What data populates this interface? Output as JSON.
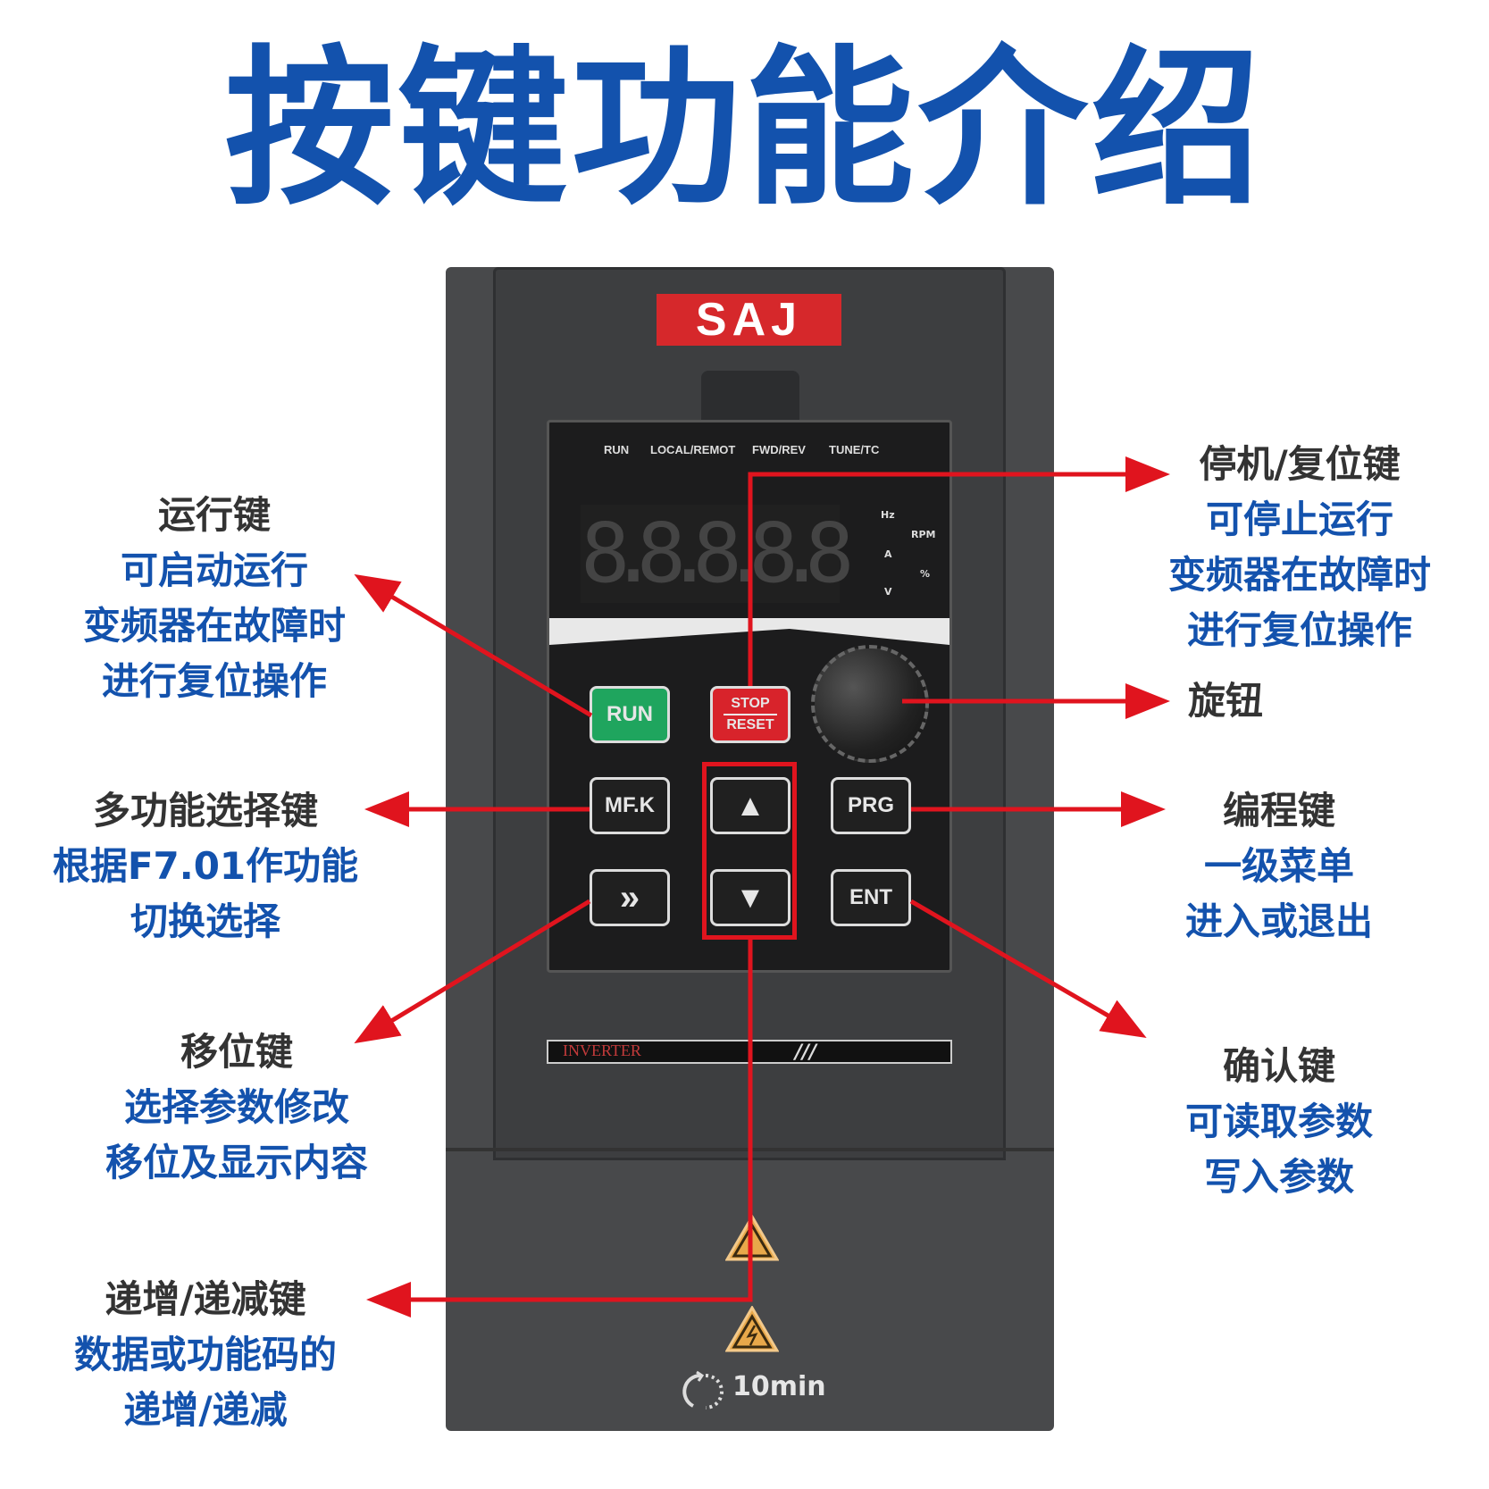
{
  "title": "按键功能介绍",
  "device": {
    "brand": "SAJ",
    "indicators": [
      "RUN",
      "LOCAL/REMOT",
      "FWD/REV",
      "TUNE/TC"
    ],
    "display": "8.8.8.8.8",
    "units": {
      "hz": "Hz",
      "a": "A",
      "v": "V",
      "rpm": "RPM",
      "pct": "%"
    },
    "buttons": {
      "run": "RUN",
      "stop": "STOP",
      "reset": "RESET",
      "mfk": "MF.K",
      "prg": "PRG",
      "ent": "ENT",
      "shift": "»",
      "up": "▲",
      "down": "▼"
    },
    "model_strip": "INVERTER",
    "strip_mark": "///",
    "discharge_time": "10min"
  },
  "colors": {
    "title": "#1352ad",
    "arrow": "#e0141e",
    "run": "#1fa55e",
    "stop": "#d8232b"
  },
  "labels": {
    "run": {
      "head": "运行键",
      "lines": [
        "可启动运行",
        "变频器在故障时",
        "进行复位操作"
      ]
    },
    "mfk": {
      "head": "多功能选择键",
      "lines": [
        "根据F7.01作功能",
        "切换选择"
      ]
    },
    "shift": {
      "head": "移位键",
      "lines": [
        "选择参数修改",
        "移位及显示内容"
      ]
    },
    "updown": {
      "head": "递增/递减键",
      "lines": [
        "数据或功能码的",
        "递增/递减"
      ]
    },
    "stop": {
      "head": "停机/复位键",
      "lines": [
        "可停止运行",
        "变频器在故障时",
        "进行复位操作"
      ]
    },
    "knob": {
      "head": "旋钮"
    },
    "prg": {
      "head": "编程键",
      "lines": [
        "一级菜单",
        "进入或退出"
      ]
    },
    "ent": {
      "head": "确认键",
      "lines": [
        "可读取参数",
        "写入参数"
      ]
    }
  }
}
